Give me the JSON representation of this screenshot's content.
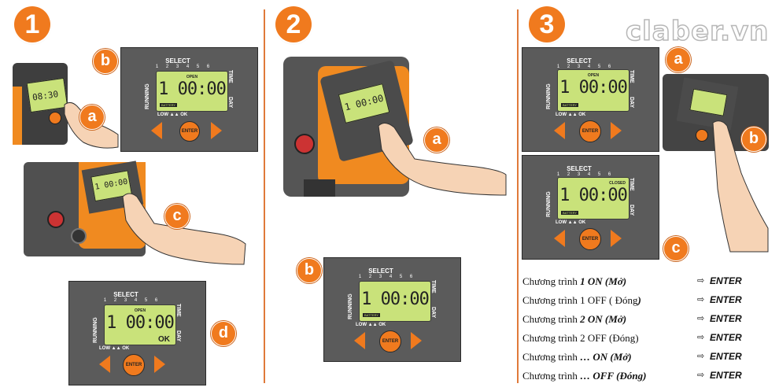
{
  "logo": "claber.vn",
  "steps": [
    "1",
    "2",
    "3"
  ],
  "badges": {
    "s1": [
      "b",
      "a",
      "c",
      "d"
    ],
    "s2": [
      "a",
      "b"
    ],
    "s3": [
      "a",
      "b",
      "c"
    ]
  },
  "panel": {
    "select": "SELECT",
    "numbers": "1 2 3 4 5 6",
    "running": "RUNNING",
    "time": "TIME",
    "day": "DAY",
    "open": "OPEN",
    "closed": "CLOSED",
    "display": "1 00:00",
    "battery": "BATTERY",
    "ok": "OK",
    "low_ok": "LOW ▲▲ OK",
    "enter": "ENTER"
  },
  "device_small": {
    "display": "08:30",
    "display2": "1 00:00"
  },
  "instructions": [
    {
      "prefix": "Chương trình ",
      "emph": "1 ON (Mở)",
      "suffix": "",
      "action": "ENTER"
    },
    {
      "prefix": "Chương trình  1 OFF ( Đóng",
      "emph": ")",
      "suffix": "",
      "action": "ENTER"
    },
    {
      "prefix": "Chương trình  ",
      "emph": "2 ON (Mở)",
      "suffix": "",
      "action": "ENTER"
    },
    {
      "prefix": "Chương trình 2 OFF (Đóng)",
      "emph": "",
      "suffix": "",
      "action": "ENTER"
    },
    {
      "prefix": "Chương trình  ",
      "emph": "… ON (Mở)",
      "suffix": "",
      "action": "ENTER"
    },
    {
      "prefix": "Chương trình ",
      "emph": " … OFF (Đóng)",
      "suffix": "",
      "action": "ENTER"
    }
  ],
  "arrow_icon": "⇨",
  "colors": {
    "accent": "#f07a1e",
    "lcd": "#c9e27a",
    "panel": "#5b5b5b",
    "divider": "#e07a3a"
  }
}
